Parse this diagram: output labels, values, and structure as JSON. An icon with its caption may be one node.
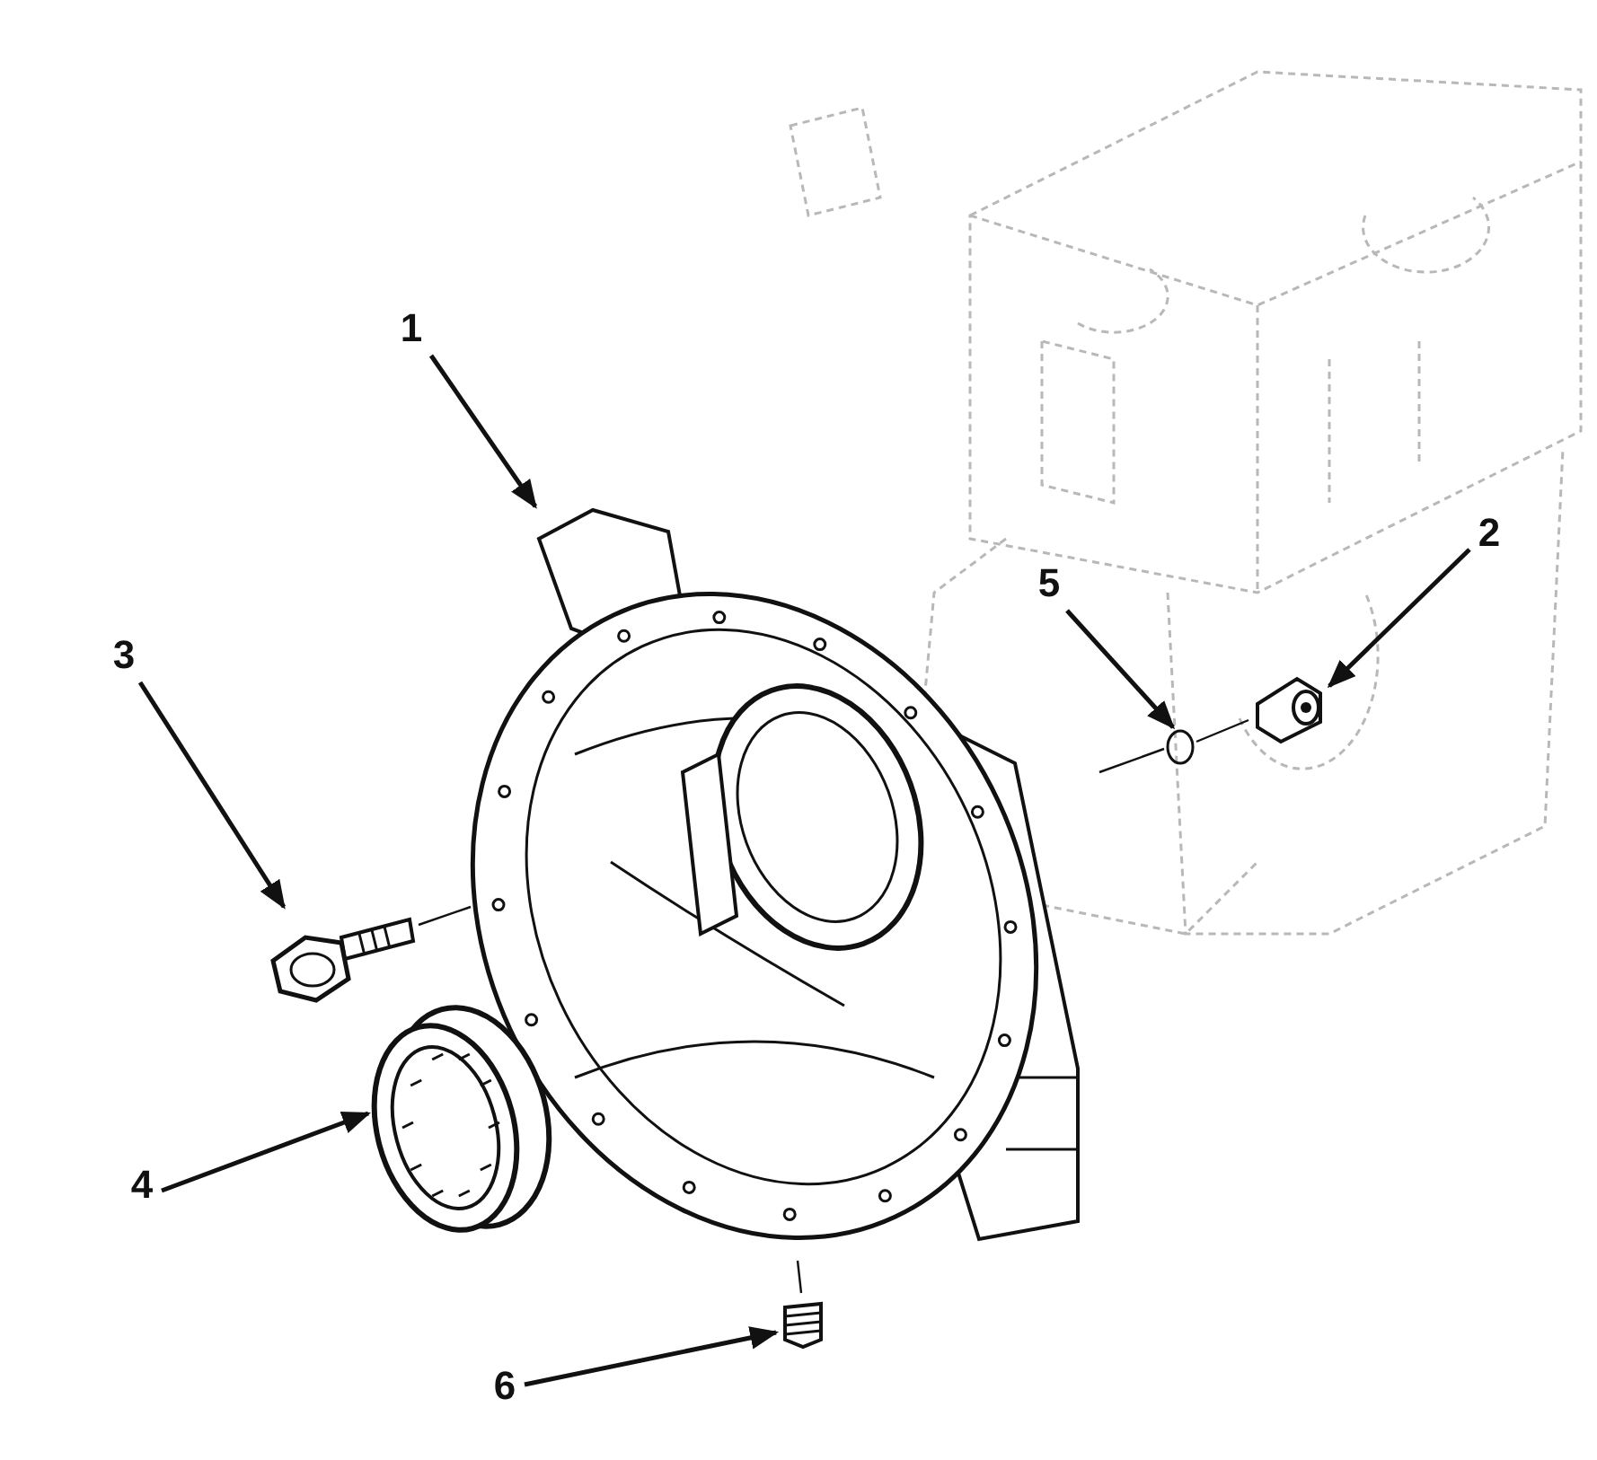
{
  "diagram": {
    "nodes": [
      {
        "text": [
          "1"
        ]
      },
      {
        "text": [],
        "shape": "picture"
      },
      {
        "text": [
          "2"
        ]
      },
      {
        "text": [],
        "shape": "picture"
      },
      {
        "text": [
          "3"
        ]
      },
      {
        "text": [],
        "shape": "picture"
      },
      {
        "text": [
          "4"
        ]
      },
      {
        "text": [],
        "shape": "picture"
      },
      {
        "text": [
          "5"
        ]
      },
      {
        "text": [],
        "shape": "circle"
      },
      {
        "text": [
          "6"
        ]
      },
      {
        "text": [],
        "shape": "picture"
      }
    ],
    "edges": [
      {
        "from": 0,
        "to": 1,
        "arrow": "to"
      },
      {
        "from": 2,
        "to": 3,
        "arrow": "to"
      },
      {
        "from": 4,
        "to": 5,
        "arrow": "to"
      },
      {
        "from": 6,
        "to": 7,
        "arrow": "to"
      },
      {
        "from": 8,
        "to": 9,
        "arrow": "to"
      },
      {
        "from": 10,
        "to": 11,
        "arrow": "to"
      },
      {
        "from": 5,
        "to": 1,
        "arrow": "none"
      },
      {
        "from": 1,
        "to": 9,
        "arrow": "none"
      },
      {
        "from": 9,
        "to": 3,
        "arrow": "none"
      },
      {
        "from": 1,
        "to": 11,
        "arrow": "none"
      }
    ]
  }
}
